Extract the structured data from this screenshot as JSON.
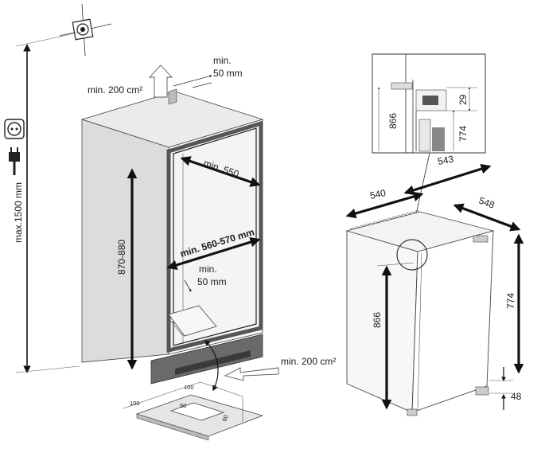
{
  "labels": {
    "min200_top": "min. 200 cm²",
    "min50_top_1": "min.",
    "min50_top_2": "50 mm",
    "min550": "min. 550",
    "min560_570": "min. 560-570 mm",
    "h870_880": "870-880",
    "max1500": "max.1500 mm",
    "min50_mid_1": "min.",
    "min50_mid_2": "50 mm",
    "min200_bottom": "min. 200 cm²",
    "vent_100_a": "100",
    "vent_100_b": "100",
    "vent_60_a": "60",
    "vent_60_b": "60",
    "inset_866": "866",
    "inset_29": "29",
    "inset_774": "774",
    "d543": "543",
    "d540": "540",
    "d548": "548",
    "d866": "866",
    "d774": "774",
    "d48": "48"
  },
  "icons": [
    "electrical-junction-icon",
    "power-socket-icon",
    "power-plug-icon",
    "airflow-arrow-icon"
  ]
}
